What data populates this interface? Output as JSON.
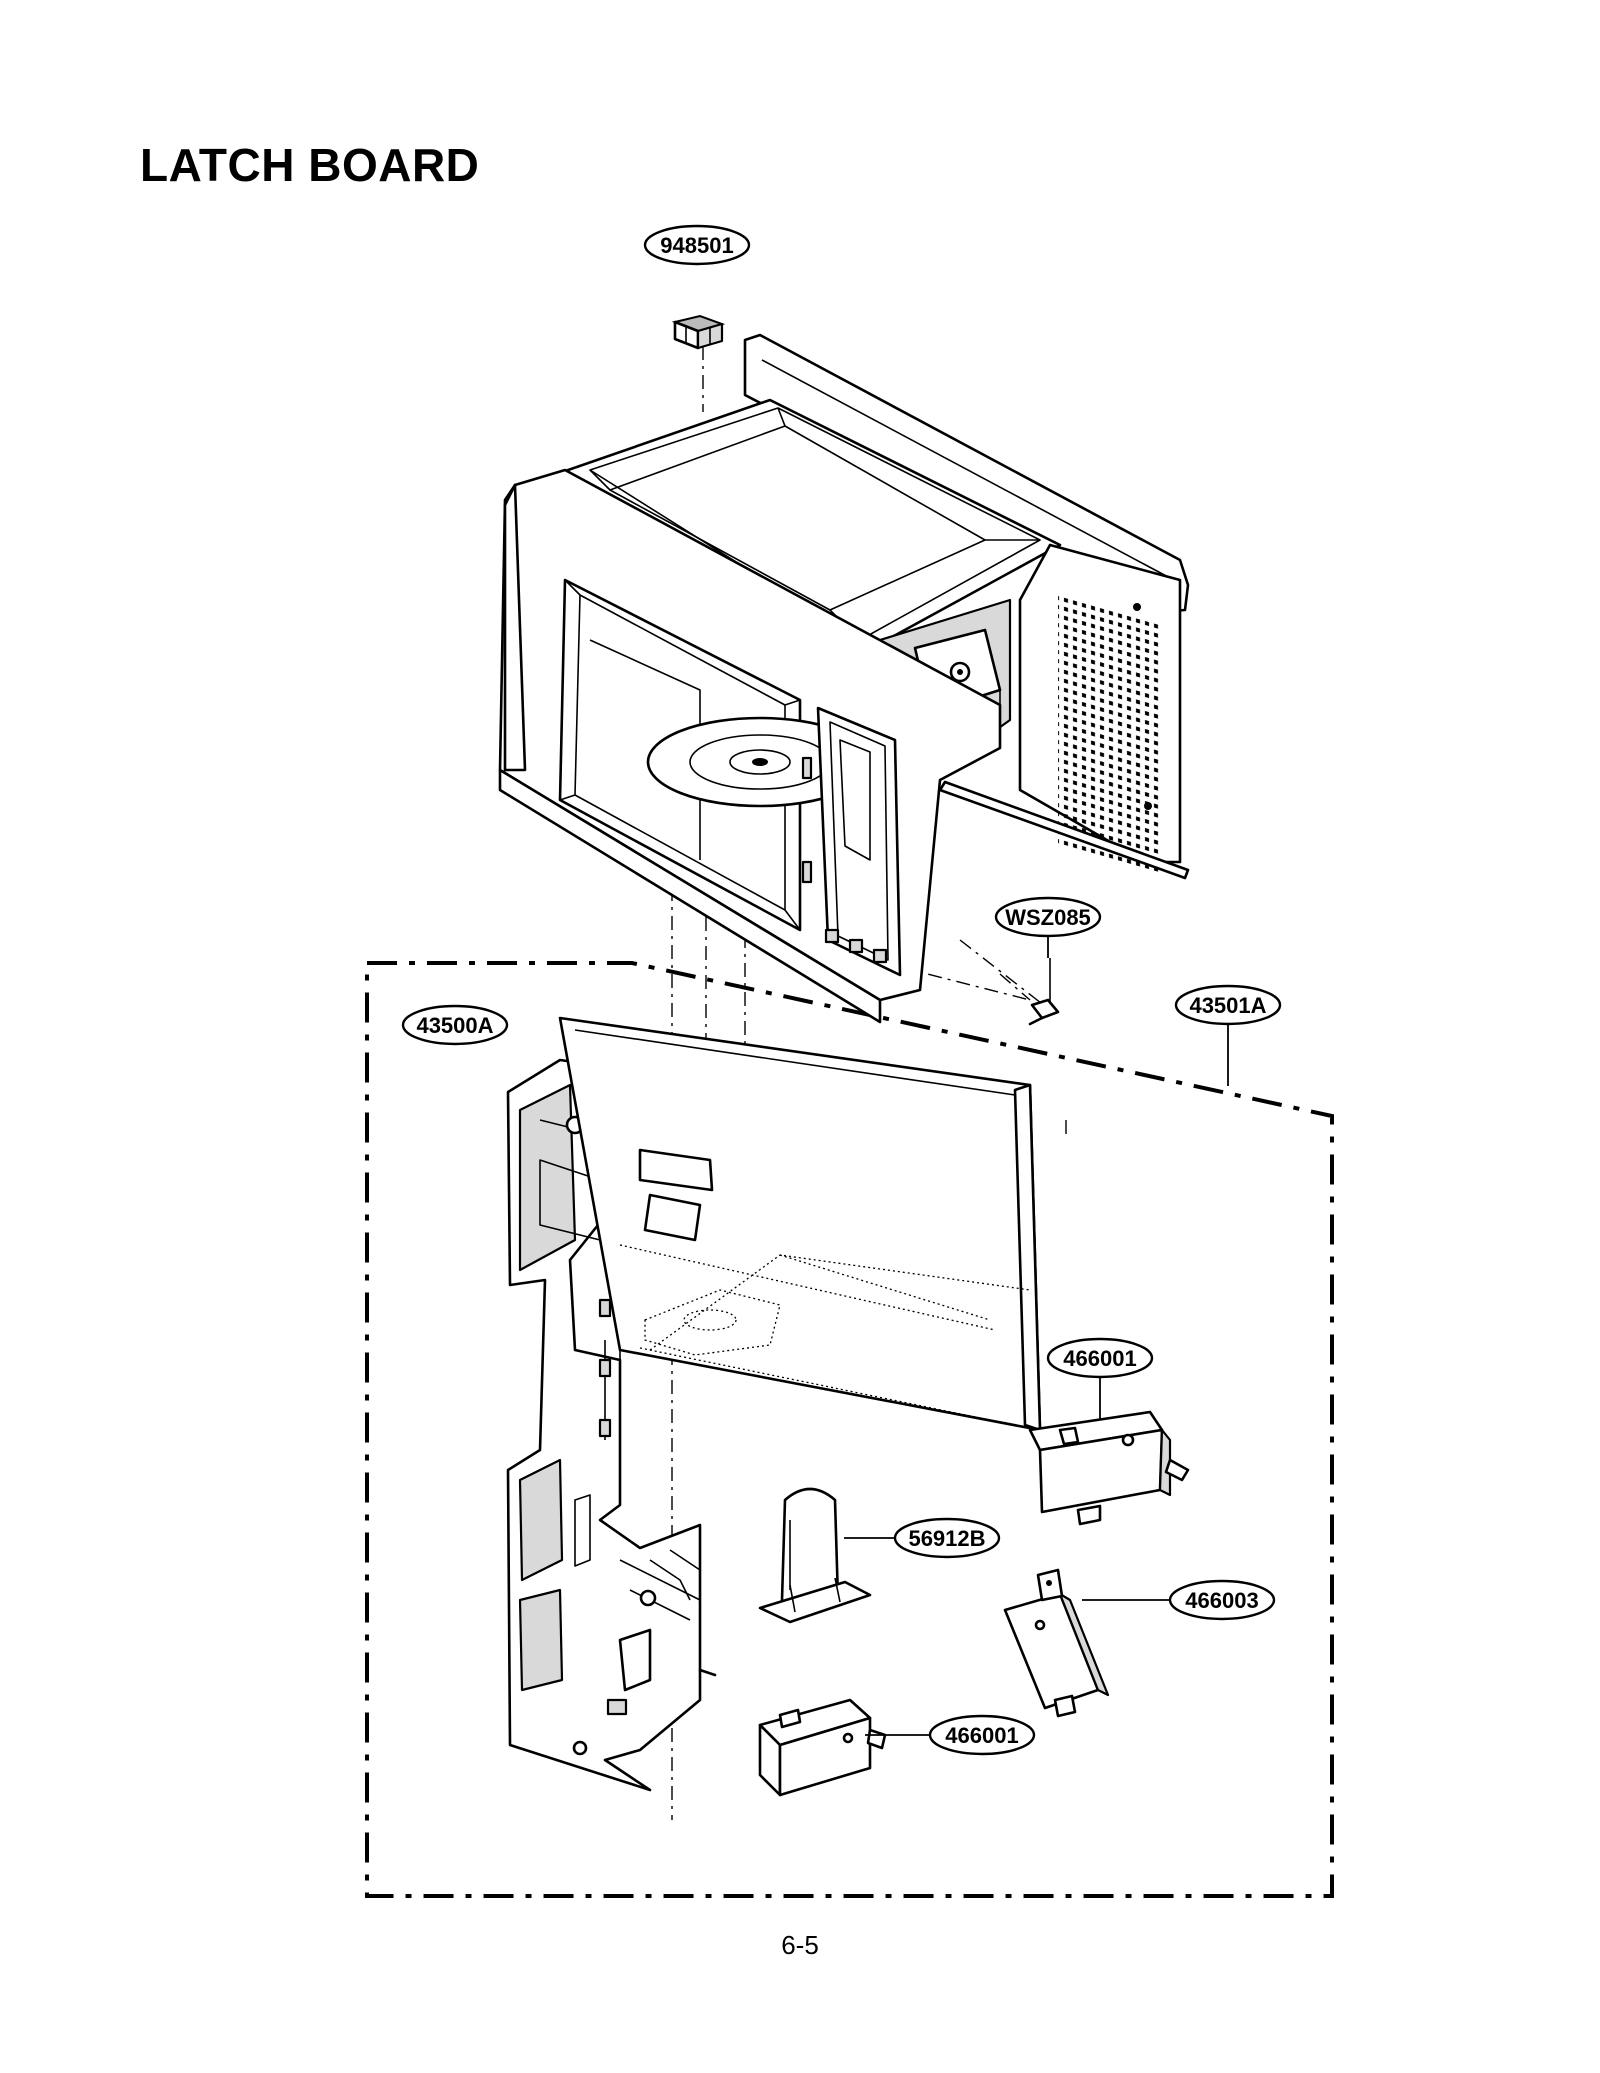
{
  "title": "LATCH BOARD",
  "page_number": "6-5",
  "callouts": {
    "c1": "948501",
    "c2": "WSZ085",
    "c3": "43500A",
    "c4": "43501A",
    "c5": "466001",
    "c6": "56912B",
    "c7": "466003",
    "c8": "466001"
  }
}
